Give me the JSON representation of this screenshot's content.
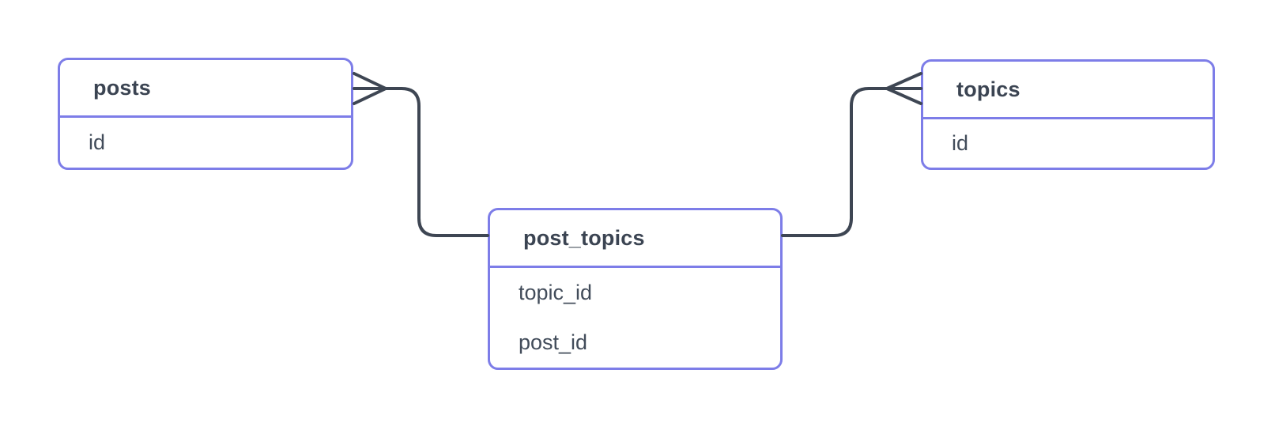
{
  "diagram": {
    "type": "entity-relationship",
    "tables": [
      {
        "name": "posts",
        "fields": [
          "id"
        ]
      },
      {
        "name": "post_topics",
        "fields": [
          "topic_id",
          "post_id"
        ]
      },
      {
        "name": "topics",
        "fields": [
          "id"
        ]
      }
    ],
    "relations": [
      {
        "from_table": "post_topics",
        "to_table": "posts",
        "cardinality_at_to": "many",
        "notation": "crows-foot"
      },
      {
        "from_table": "post_topics",
        "to_table": "topics",
        "cardinality_at_to": "many",
        "notation": "crows-foot"
      }
    ],
    "colors": {
      "background": "#ffffff",
      "table_border": "#7d7de8",
      "header_text": "#3b4452",
      "field_text": "#424c5a",
      "connector": "#3e4653"
    }
  }
}
